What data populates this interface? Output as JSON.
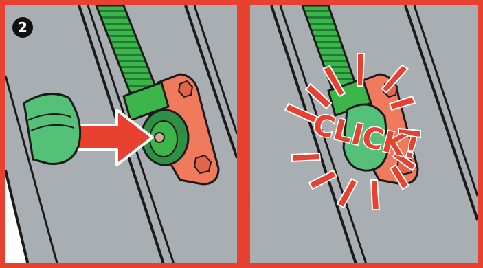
{
  "step": {
    "number": "2"
  },
  "panels": [
    {
      "id": "before",
      "illustration": "green-cap-pushed-onto-hose-fitting"
    },
    {
      "id": "after",
      "illustration": "cap-clicked-into-place",
      "sound_effect": "CLICK!"
    }
  ],
  "colors": {
    "frame_red": "#e8412f",
    "background_gray": "#a9aeb2",
    "hose_green": "#3cb54a",
    "hose_dark_green": "#1f7a32",
    "bracket_orange": "#f07a5c",
    "cap_green": "#55c178",
    "outline": "#1a1a1a",
    "badge_bg": "#111111",
    "badge_text": "#ffffff"
  }
}
